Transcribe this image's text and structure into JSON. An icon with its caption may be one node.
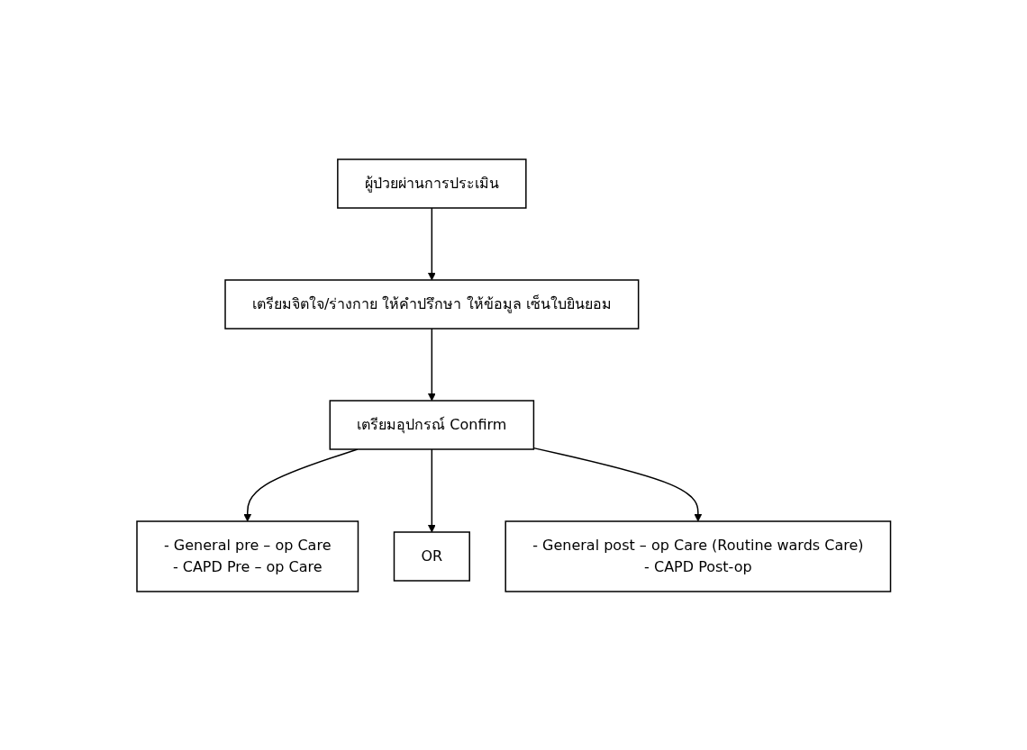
{
  "diagram": {
    "nodes": [
      {
        "text": [
          "ผู้ป่วยผ่านการประเมิน"
        ]
      },
      {
        "text": [
          "เตรียมจิตใจ/ร่างกาย ให้คำปรึกษา ให้ข้อมูล เซ็นใบยินยอม"
        ]
      },
      {
        "text": [
          "เตรียมอุปกรณ์ Confirm"
        ]
      },
      {
        "text": [
          "- General pre – op Care",
          "- CAPD Pre – op Care"
        ]
      },
      {
        "text": [
          "OR"
        ]
      },
      {
        "text": [
          "- General post – op Care (Routine wards Care)",
          "- CAPD Post-op"
        ]
      }
    ],
    "edges": [
      {
        "from": 0,
        "to": 1,
        "arrow": "to"
      },
      {
        "from": 1,
        "to": 2,
        "arrow": "to"
      },
      {
        "from": 2,
        "to": 3,
        "arrow": "to"
      },
      {
        "from": 2,
        "to": 4,
        "arrow": "to"
      },
      {
        "from": 2,
        "to": 5,
        "arrow": "to"
      }
    ]
  }
}
